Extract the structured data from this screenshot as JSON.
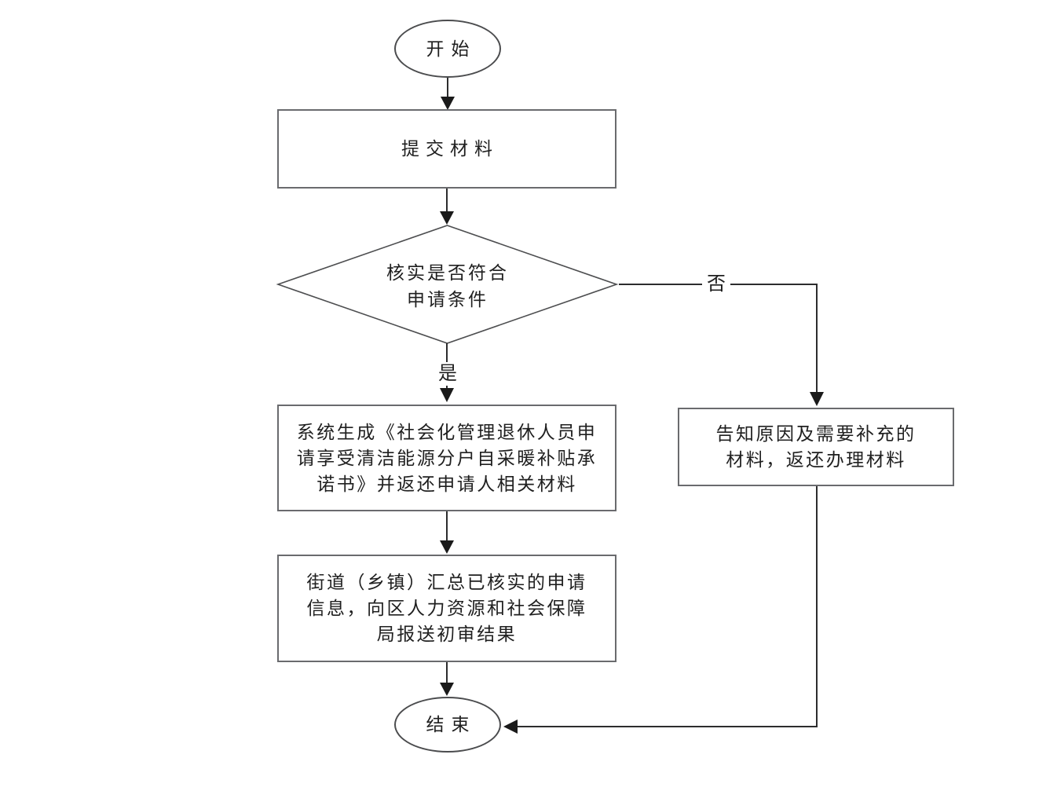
{
  "flowchart": {
    "start": {
      "label": "开始"
    },
    "submit": {
      "label": "提交材料"
    },
    "decision": {
      "line1": "核实是否符合",
      "line2": "申请条件"
    },
    "yes_label": "是",
    "no_label": "否",
    "generate": {
      "line1": "系统生成《社会化管理退休人员申",
      "line2": "请享受清洁能源分户自采暖补贴承",
      "line3": "诺书》并返还申请人相关材料"
    },
    "summary": {
      "line1": "街道（乡镇）汇总已核实的申请",
      "line2": "信息，向区人力资源和社会保障",
      "line3": "局报送初审结果"
    },
    "notify": {
      "line1": "告知原因及需要补充的",
      "line2": "材料，返还办理材料"
    },
    "end": {
      "label": "结束"
    },
    "colors": {
      "background": "#ffffff",
      "connector_line": "#2d2d2e",
      "arrowhead": "#1a1a1a",
      "box_border": "#6a6b6e",
      "diamond_border": "#4d4e50",
      "text": "#1f1f1f"
    }
  }
}
